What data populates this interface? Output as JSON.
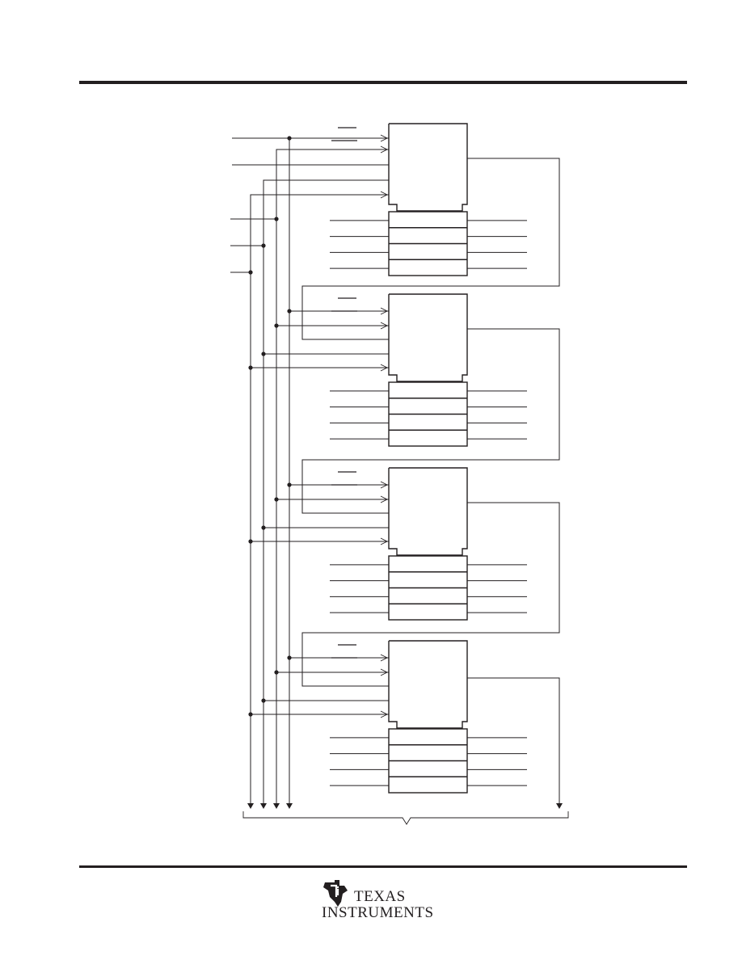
{
  "header": {
    "rule_color": "#231f20"
  },
  "diagram": {
    "line_color": "#231f20",
    "stages": 4,
    "input_lines": 5,
    "data_lines_per_stage": 4,
    "bus_arrows": 5
  },
  "footer": {
    "logo": {
      "line1": "TEXAS",
      "line2": "INSTRUMENTS"
    }
  }
}
